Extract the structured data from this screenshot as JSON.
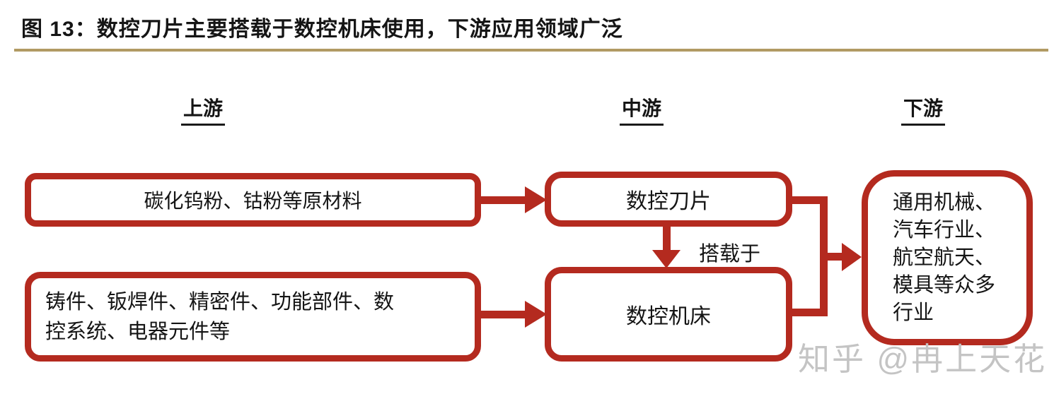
{
  "figure": {
    "title": "图 13：数控刀片主要搭载于数控机床使用，下游应用领域广泛"
  },
  "columns": {
    "upstream": "上游",
    "midstream": "中游",
    "downstream": "下游"
  },
  "nodes": {
    "upstream_materials": "碳化钨粉、钴粉等原材料",
    "upstream_components": "铸件、钣焊件、精密件、功能部件、数\n控系统、电器元件等",
    "midstream_blade": "数控刀片",
    "midstream_machine": "数控机床",
    "downstream_industries": "通用机械、\n汽车行业、\n航空航天、\n模具等众多\n行业"
  },
  "edges": {
    "mounted_on_label": "搭载于"
  },
  "watermark": "知乎 @冉上天花",
  "colors": {
    "accent_red": "#B42A1F",
    "rule_gold": "#B19A63",
    "text": "#111111",
    "watermark_gray": "#C4C4C4"
  }
}
